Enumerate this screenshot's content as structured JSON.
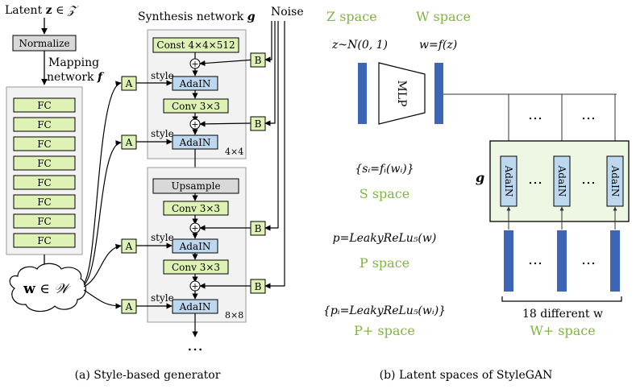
{
  "left": {
    "latent": {
      "word": "Latent",
      "symbol": "z",
      "member": "∈",
      "set": "𝒵"
    },
    "normalize": "Normalize",
    "mapping_line1": "Mapping",
    "mapping_line2": "network",
    "mapping_f": "f",
    "fc_label": "FC",
    "fc_layers": [
      "FC",
      "FC",
      "FC",
      "FC",
      "FC",
      "FC",
      "FC",
      "FC"
    ],
    "w_cloud": {
      "w": "w",
      "member": "∈",
      "set": "𝒲"
    },
    "synth_title": "Synthesis network",
    "synth_g": "g",
    "noise": "Noise",
    "const": "Const 4×4×512",
    "style_label": "style",
    "adain": "AdaIN",
    "conv": "Conv 3×3",
    "upsample": "Upsample",
    "a": "A",
    "b": "B",
    "plus": "+",
    "res1": "4×4",
    "res2": "8×8",
    "ellipsis": "…",
    "caption": "(a) Style-based generator"
  },
  "right": {
    "z_space": "Z space",
    "w_space": "W space",
    "z_formula": "z~N(0, 1)",
    "w_formula": "w=f(z)",
    "mlp": "MLP",
    "s_formula": "{sᵢ=fᵢ(wᵢ)}",
    "s_space": "S space",
    "p_formula": "p=LeakyReLu₅(w)",
    "p_space": "P space",
    "pplus_formula": "{pᵢ=LeakyReLu₅(wᵢ)}",
    "pplus_space": "P+ space",
    "g": "g",
    "adain": "AdaIN",
    "dots": "…",
    "diff_w": "18 different w",
    "wplus_space": "W+ space",
    "caption": "(b) Latent spaces of StyleGAN"
  },
  "colors": {
    "green_text": "#7fb541",
    "fc_fill": "#dff2b5",
    "adain_fill": "#bdd7ee",
    "gray_box": "#d9d9d9",
    "panel_bg": "#f2f2f2",
    "latent_blue": "#3c66b5",
    "g_box_fill": "#eef6e4"
  }
}
